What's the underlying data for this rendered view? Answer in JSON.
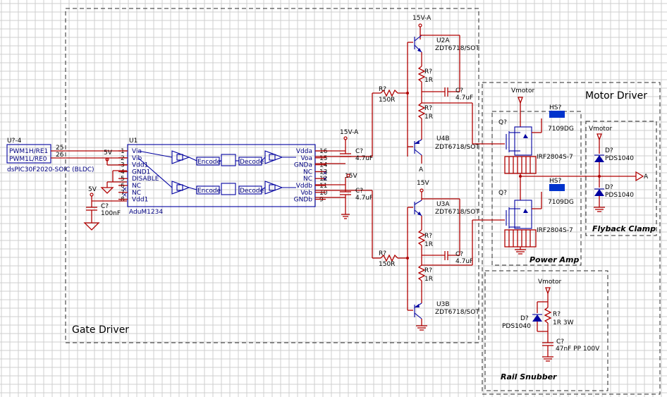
{
  "groups": {
    "gate_driver": "Gate Driver",
    "motor_driver": "Motor Driver",
    "power_amp": "Power Amp",
    "flyback_clamp": "Flyback Clamp",
    "rail_snubber": "Rail Snubber"
  },
  "mcu": {
    "ref": "U?-4",
    "pin_a": "PWM1H/RE1",
    "pin_b": "PWM1L/RE0",
    "num_a": "25",
    "num_b": "26",
    "part": "dsPIC30F2020-SOIC (BLDC)"
  },
  "isolator": {
    "ref": "U1",
    "part": "AduM1234",
    "left_pins": [
      "Via",
      "Vib",
      "Vdd1",
      "GND1",
      "DISABLE",
      "NC",
      "NC",
      "Vdd1"
    ],
    "left_nums": [
      "1",
      "2",
      "3",
      "4",
      "5",
      "6",
      "7",
      "8"
    ],
    "right_pins": [
      "Vdda",
      "Voa",
      "GNDa",
      "NC",
      "NC",
      "Vddb",
      "Vob",
      "GNDb"
    ],
    "right_nums": [
      "16",
      "15",
      "14",
      "13",
      "12",
      "11",
      "10",
      "9"
    ],
    "encode": "Encode",
    "decode": "Decode"
  },
  "nets": {
    "v5_a": "5V",
    "v5_b": "5V",
    "v15_a": "15V-A",
    "v15_b": "15V",
    "v15_a_top": "15V-A",
    "v15_b_top": "15V",
    "node_a": "A",
    "node_a2": "A",
    "out_a": "A",
    "vmotor_1": "Vmotor",
    "vmotor_2": "Vmotor",
    "vmotor_3": "Vmotor"
  },
  "caps": {
    "c_in_ref": "C?",
    "c_in_val": "100nF",
    "c_a_ref": "C?",
    "c_a_val": "4.7uF",
    "c_b_ref": "C?",
    "c_b_val": "4.7uF",
    "c_u2_ref": "C?",
    "c_u2_val": "4.7uF",
    "c_u3_ref": "C?",
    "c_u3_val": "4.7uF",
    "c_sn_ref": "C?",
    "c_sn_val": "47nF PP 100V"
  },
  "resistors": {
    "r_gate_a_ref": "R?",
    "r_gate_a_val": "150R",
    "r_gate_b_ref": "R?",
    "r_gate_b_val": "150R",
    "r_u2_ref": "R?",
    "r_u2_val": "1R",
    "r_u2b_ref": "R?",
    "r_u2b_val": "1R",
    "r_u3_ref": "R?",
    "r_u3_val": "1R",
    "r_u3b_ref": "R?",
    "r_u3b_val": "1R",
    "r_sn_ref": "R?",
    "r_sn_val": "1R 3W"
  },
  "transistors": {
    "u2a_ref": "U2A",
    "u2a_part": "ZDT6718/SOT",
    "u4b_ref": "U4B",
    "u4b_part": "ZDT6718/SOT",
    "u3a_ref": "U3A",
    "u3a_part": "ZDT6718/SOT",
    "u3b_ref": "U3B",
    "u3b_part": "ZDT6718/SOT"
  },
  "mosfets": {
    "q1_ref": "Q?",
    "q1_part": "IRF2804S-7",
    "q2_ref": "Q?",
    "q2_part": "IRF2804S-7"
  },
  "heatsinks": {
    "hs1_ref": "HS?",
    "hs1_part": "7109DG",
    "hs2_ref": "HS?",
    "hs2_part": "7109DG"
  },
  "diodes": {
    "d1_ref": "D?",
    "d1_part": "PDS1040",
    "d2_ref": "D?",
    "d2_part": "PDS1040",
    "d3_ref": "D?",
    "d3_part": "PDS1040"
  },
  "colors": {
    "wire": "#b00000",
    "device": "#0000a0",
    "grid": "#cfcfcf",
    "heatsink": "#0033cc"
  }
}
